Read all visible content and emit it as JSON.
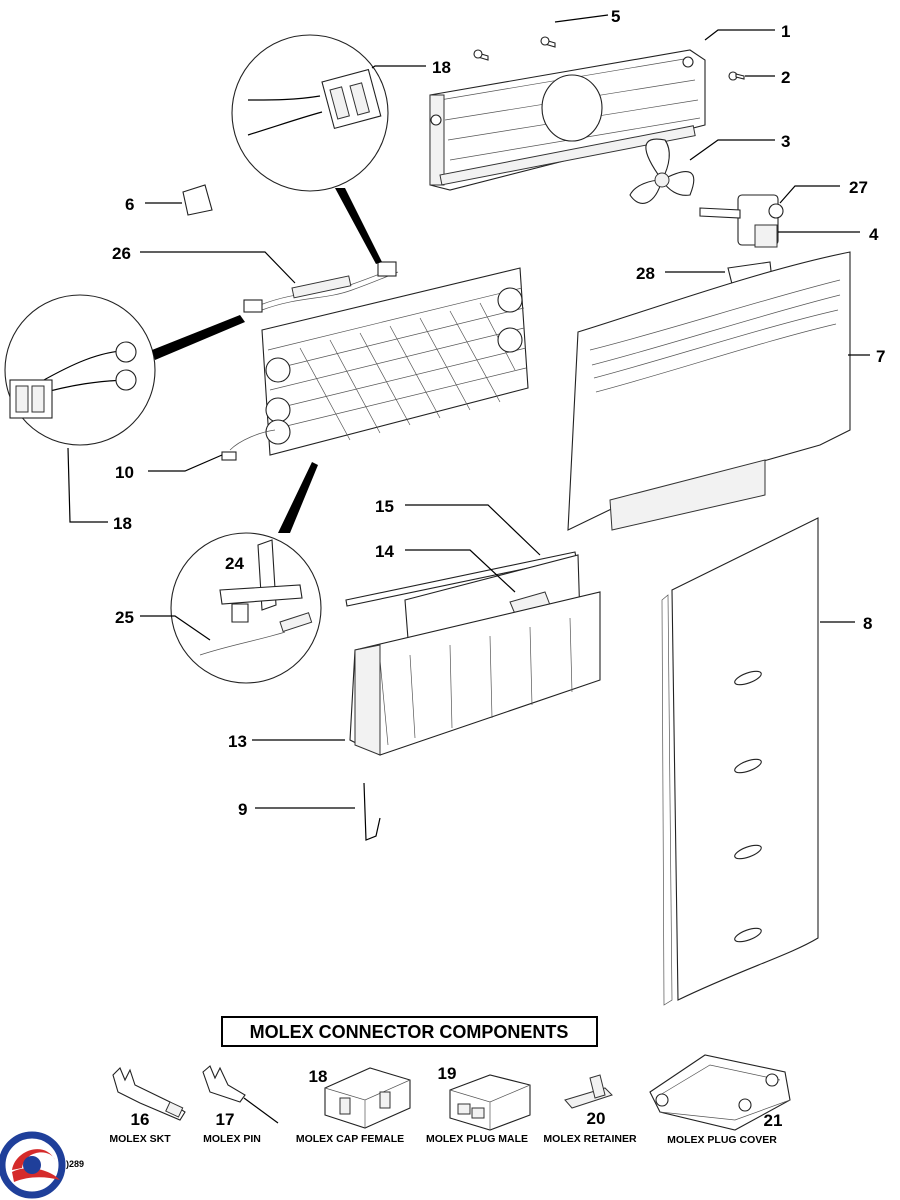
{
  "callouts": {
    "c1": "1",
    "c2": "2",
    "c3": "3",
    "c4": "4",
    "c5": "5",
    "c6": "6",
    "c7": "7",
    "c8": "8",
    "c9": "9",
    "c10": "10",
    "c13": "13",
    "c14": "14",
    "c15": "15",
    "c18a": "18",
    "c18b": "18",
    "c24": "24",
    "c25": "25",
    "c26": "26",
    "c27": "27",
    "c28": "28"
  },
  "molex": {
    "title": "MOLEX CONNECTOR COMPONENTS",
    "items": [
      {
        "number": "16",
        "label": "MOLEX SKT"
      },
      {
        "number": "17",
        "label": "MOLEX PIN"
      },
      {
        "number": "18",
        "label": "MOLEX CAP FEMALE"
      },
      {
        "number": "19",
        "label": "MOLEX PLUG MALE"
      },
      {
        "number": "20",
        "label": "MOLEX RETAINER"
      },
      {
        "number": "21",
        "label": "MOLEX PLUG COVER"
      }
    ]
  },
  "footer": {
    "code": ")289"
  },
  "colors": {
    "logo_blue": "#1f3f9a",
    "logo_red": "#d52b2b",
    "ink": "#000000"
  }
}
